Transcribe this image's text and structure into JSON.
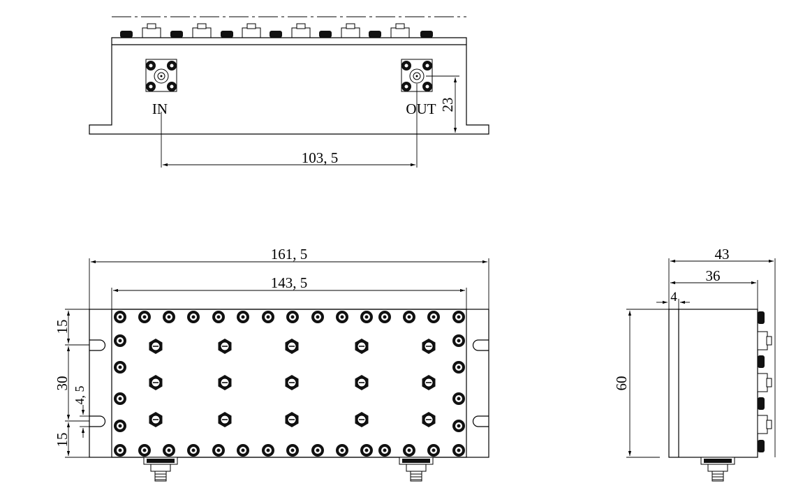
{
  "top_view": {
    "port_in_label": "IN",
    "port_out_label": "OUT",
    "dim_port_spacing": "103, 5",
    "dim_port_height": "23"
  },
  "front_view": {
    "dim_overall_length": "161, 5",
    "dim_body_length": "143, 5",
    "dim_edge_top": "15",
    "dim_slot_pitch": "30",
    "dim_slot_width": "4, 5",
    "dim_edge_bottom": "15"
  },
  "side_view": {
    "dim_overall_depth": "43",
    "dim_body_depth": "36",
    "dim_flange_thickness": "4",
    "dim_height": "60"
  }
}
